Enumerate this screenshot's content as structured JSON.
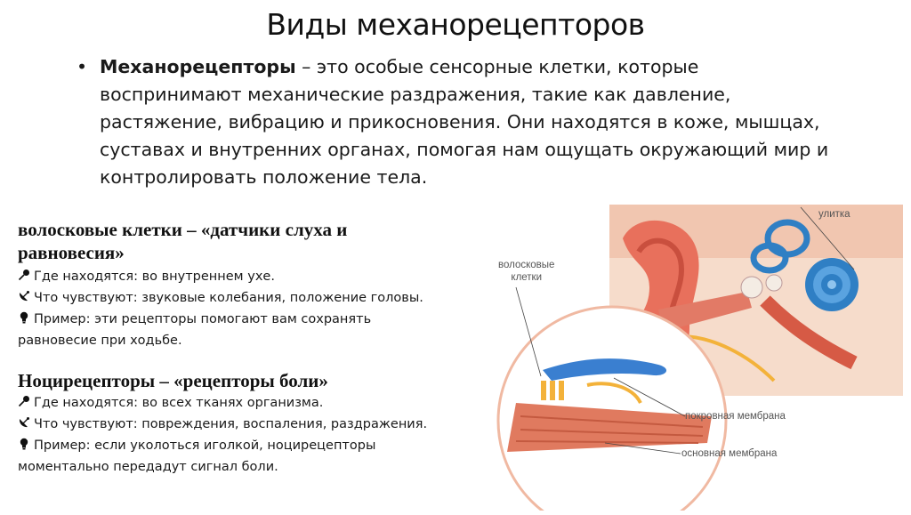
{
  "title": "Виды механорецепторов",
  "intro": {
    "bullet": "•",
    "term": "Механорецепторы",
    "text": " – это особые сенсорные клетки, которые воспринимают механические раздражения, такие как давление, растяжение, вибрацию и прикосновения. Они находятся в коже, мышцах, суставах и внутренних органах, помогая нам ощущать окружающий мир и контролировать положение тела."
  },
  "sections": [
    {
      "heading_line1": "волосковые клетки – «датчики слуха и",
      "heading_line2": "равновесия»",
      "where": "Где находятся: во внутреннем ухе.",
      "feel": "Что чувствуют: звуковые колебания, положение головы.",
      "example_line1": "Пример: эти рецепторы помогают вам сохранять",
      "example_line2": "равновесие при ходьбе."
    },
    {
      "heading_line1": "Ноцирецепторы – «рецепторы боли»",
      "where": "Где находятся: во всех тканях организма.",
      "feel": "Что чувствуют: повреждения, воспаления, раздражения.",
      "example_line1": "Пример: если уколоться иголкой, ноцирецепторы",
      "example_line2": "моментально передадут сигнал боли."
    }
  ],
  "figure": {
    "label_cochlea": "улитка",
    "label_hair_cells_line1": "волосковые",
    "label_hair_cells_line2": "клетки",
    "label_tectorial": "покровная мембрана",
    "label_basilar": "основная мембрана"
  },
  "icons": [
    "pin-icon",
    "satellite-dish-icon",
    "lightbulb-icon"
  ],
  "colors": {
    "ear": "#e8705c",
    "cochlea": "#2f7fc4",
    "membrane": "#3a7fd0",
    "fiber": "#f3b23a"
  }
}
